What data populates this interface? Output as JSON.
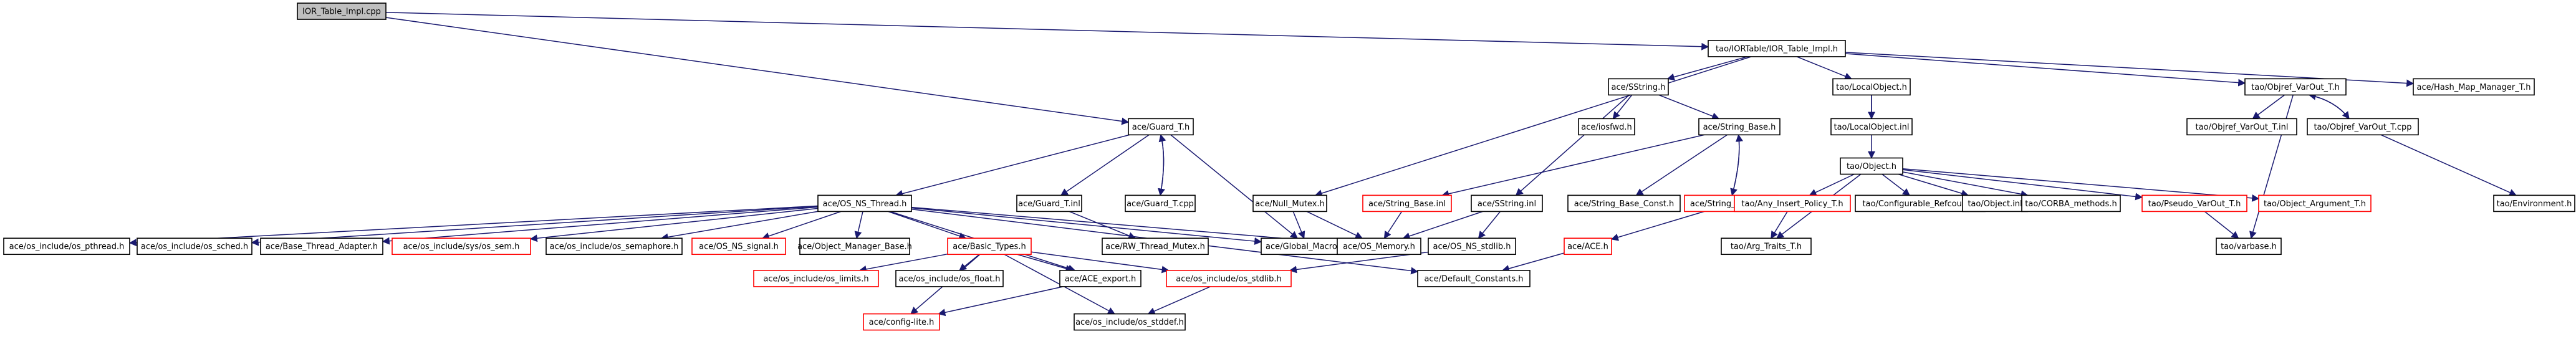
{
  "colors": {
    "edge": "#191970",
    "border_normal": "#000000",
    "border_red": "#ff0000",
    "fill_root": "#bfbfbf",
    "fill_normal": "#ffffff",
    "text": "#000000"
  },
  "nodes": [
    {
      "id": "n0",
      "label": "IOR_Table_Impl.cpp",
      "style": "root"
    },
    {
      "id": "n1",
      "label": "ace/Guard_T.h",
      "style": "normal"
    },
    {
      "id": "n2",
      "label": "tao/IORTable/IOR_Table_Impl.h",
      "style": "normal"
    },
    {
      "id": "n3",
      "label": "ace/OS_NS_Thread.h",
      "style": "normal"
    },
    {
      "id": "n4",
      "label": "ace/Guard_T.inl",
      "style": "normal"
    },
    {
      "id": "n5",
      "label": "ace/Guard_T.cpp",
      "style": "normal"
    },
    {
      "id": "n6",
      "label": "ace/SString.h",
      "style": "normal"
    },
    {
      "id": "n7",
      "label": "tao/LocalObject.h",
      "style": "normal"
    },
    {
      "id": "n8",
      "label": "tao/Objref_VarOut_T.h",
      "style": "normal"
    },
    {
      "id": "n9",
      "label": "ace/Hash_Map_Manager_T.h",
      "style": "normal"
    },
    {
      "id": "n10",
      "label": "ace/os_include/os_pthread.h",
      "style": "normal"
    },
    {
      "id": "n11",
      "label": "ace/os_include/os_sched.h",
      "style": "normal"
    },
    {
      "id": "n12",
      "label": "ace/Base_Thread_Adapter.h",
      "style": "normal"
    },
    {
      "id": "n13",
      "label": "ace/os_include/sys/os_sem.h",
      "style": "red"
    },
    {
      "id": "n14",
      "label": "ace/os_include/os_semaphore.h",
      "style": "normal"
    },
    {
      "id": "n15",
      "label": "ace/OS_NS_signal.h",
      "style": "red"
    },
    {
      "id": "n16",
      "label": "ace/Object_Manager_Base.h",
      "style": "normal"
    },
    {
      "id": "n17",
      "label": "ace/Basic_Types.h",
      "style": "red"
    },
    {
      "id": "n18",
      "label": "ace/os_include/os_limits.h",
      "style": "red"
    },
    {
      "id": "n19",
      "label": "ace/os_include/os_float.h",
      "style": "normal"
    },
    {
      "id": "n20",
      "label": "ace/ACE_export.h",
      "style": "normal"
    },
    {
      "id": "n21",
      "label": "ace/os_include/os_stdlib.h",
      "style": "red"
    },
    {
      "id": "n22",
      "label": "ace/config-lite.h",
      "style": "red"
    },
    {
      "id": "n23",
      "label": "ace/os_include/os_stddef.h",
      "style": "normal"
    },
    {
      "id": "n24",
      "label": "ace/Global_Macros.h",
      "style": "normal"
    },
    {
      "id": "n25",
      "label": "ace/OS_Memory.h",
      "style": "normal"
    },
    {
      "id": "n26",
      "label": "ace/RW_Thread_Mutex.h",
      "style": "normal"
    },
    {
      "id": "n27",
      "label": "ace/Null_Mutex.h",
      "style": "normal"
    },
    {
      "id": "n28",
      "label": "ace/Default_Constants.h",
      "style": "normal"
    },
    {
      "id": "n29",
      "label": "ace/iosfwd.h",
      "style": "normal"
    },
    {
      "id": "n30",
      "label": "ace/String_Base.h",
      "style": "normal"
    },
    {
      "id": "n31",
      "label": "ace/String_Base.inl",
      "style": "red"
    },
    {
      "id": "n32",
      "label": "ace/String_Base_Const.h",
      "style": "normal"
    },
    {
      "id": "n33",
      "label": "ace/String_Base.cpp",
      "style": "red"
    },
    {
      "id": "n34",
      "label": "ace/SString.inl",
      "style": "normal"
    },
    {
      "id": "n35",
      "label": "ace/OS_NS_stdlib.h",
      "style": "normal"
    },
    {
      "id": "n36",
      "label": "ace/ACE.h",
      "style": "red"
    },
    {
      "id": "n37",
      "label": "tao/LocalObject.inl",
      "style": "normal"
    },
    {
      "id": "n38",
      "label": "tao/Object.h",
      "style": "normal"
    },
    {
      "id": "n39",
      "label": "tao/Any_Insert_Policy_T.h",
      "style": "red"
    },
    {
      "id": "n40",
      "label": "tao/Configurable_Refcount.h",
      "style": "normal"
    },
    {
      "id": "n41",
      "label": "tao/Object.inl",
      "style": "normal"
    },
    {
      "id": "n42",
      "label": "tao/CORBA_methods.h",
      "style": "normal"
    },
    {
      "id": "n43",
      "label": "tao/Pseudo_VarOut_T.h",
      "style": "red"
    },
    {
      "id": "n44",
      "label": "tao/Object_Argument_T.h",
      "style": "red"
    },
    {
      "id": "n45",
      "label": "tao/Environment.h",
      "style": "normal"
    },
    {
      "id": "n46",
      "label": "tao/Arg_Traits_T.h",
      "style": "normal"
    },
    {
      "id": "n47",
      "label": "tao/varbase.h",
      "style": "normal"
    },
    {
      "id": "n48",
      "label": "tao/Objref_VarOut_T.inl",
      "style": "normal"
    },
    {
      "id": "n49",
      "label": "tao/Objref_VarOut_T.cpp",
      "style": "normal"
    }
  ],
  "edges": [
    [
      "n0",
      "n1"
    ],
    [
      "n0",
      "n2"
    ],
    [
      "n1",
      "n3"
    ],
    [
      "n1",
      "n4"
    ],
    [
      "n1",
      "n5"
    ],
    [
      "n1",
      "n24"
    ],
    [
      "n5",
      "n1"
    ],
    [
      "n2",
      "n6"
    ],
    [
      "n2",
      "n7"
    ],
    [
      "n2",
      "n8"
    ],
    [
      "n2",
      "n9"
    ],
    [
      "n2",
      "n27"
    ],
    [
      "n3",
      "n10"
    ],
    [
      "n3",
      "n11"
    ],
    [
      "n3",
      "n12"
    ],
    [
      "n3",
      "n13"
    ],
    [
      "n3",
      "n14"
    ],
    [
      "n3",
      "n15"
    ],
    [
      "n3",
      "n16"
    ],
    [
      "n3",
      "n17"
    ],
    [
      "n3",
      "n20"
    ],
    [
      "n3",
      "n24"
    ],
    [
      "n3",
      "n25"
    ],
    [
      "n3",
      "n28"
    ],
    [
      "n4",
      "n26"
    ],
    [
      "n17",
      "n18"
    ],
    [
      "n17",
      "n19"
    ],
    [
      "n17",
      "n20"
    ],
    [
      "n17",
      "n21"
    ],
    [
      "n17",
      "n22"
    ],
    [
      "n17",
      "n23"
    ],
    [
      "n20",
      "n22"
    ],
    [
      "n21",
      "n23"
    ],
    [
      "n25",
      "n24"
    ],
    [
      "n27",
      "n24"
    ],
    [
      "n27",
      "n25"
    ],
    [
      "n6",
      "n29"
    ],
    [
      "n6",
      "n30"
    ],
    [
      "n6",
      "n34"
    ],
    [
      "n30",
      "n31"
    ],
    [
      "n30",
      "n32"
    ],
    [
      "n30",
      "n33"
    ],
    [
      "n33",
      "n30"
    ],
    [
      "n31",
      "n25"
    ],
    [
      "n33",
      "n36"
    ],
    [
      "n34",
      "n35"
    ],
    [
      "n34",
      "n25"
    ],
    [
      "n35",
      "n21"
    ],
    [
      "n36",
      "n28"
    ],
    [
      "n7",
      "n37"
    ],
    [
      "n7",
      "n38"
    ],
    [
      "n38",
      "n39"
    ],
    [
      "n38",
      "n40"
    ],
    [
      "n38",
      "n41"
    ],
    [
      "n38",
      "n42"
    ],
    [
      "n38",
      "n43"
    ],
    [
      "n38",
      "n44"
    ],
    [
      "n38",
      "n46"
    ],
    [
      "n39",
      "n46"
    ],
    [
      "n43",
      "n47"
    ],
    [
      "n8",
      "n48"
    ],
    [
      "n8",
      "n49"
    ],
    [
      "n8",
      "n47"
    ],
    [
      "n49",
      "n8"
    ],
    [
      "n49",
      "n45"
    ]
  ]
}
